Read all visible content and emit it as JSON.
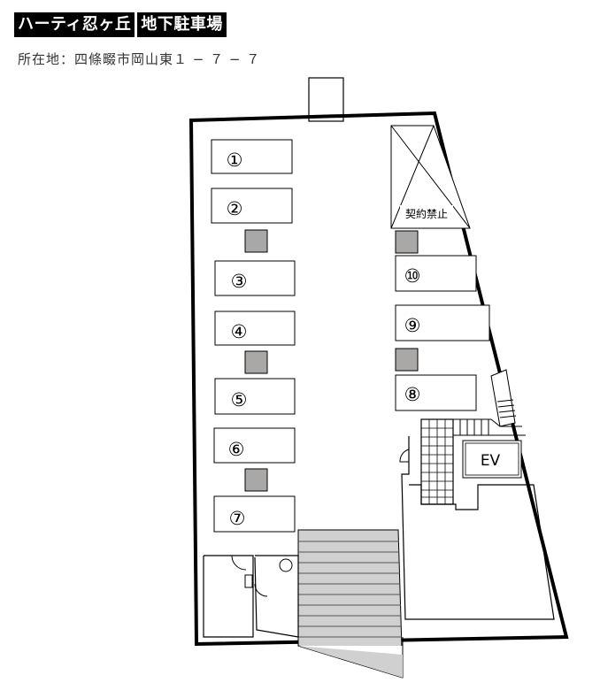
{
  "header": {
    "title_main": "ハーティ忍ヶ丘",
    "title_sub": "地下駐車場",
    "address": "所在地：四條畷市岡山東１ − ７ − ７"
  },
  "slots": [
    {
      "number": "1",
      "label": "①"
    },
    {
      "number": "2",
      "label": "②"
    },
    {
      "number": "3",
      "label": "③"
    },
    {
      "number": "4",
      "label": "④"
    },
    {
      "number": "5",
      "label": "⑤"
    },
    {
      "number": "6",
      "label": "⑥"
    },
    {
      "number": "7",
      "label": "⑦"
    },
    {
      "number": "8",
      "label": "⑧"
    },
    {
      "number": "9",
      "label": "⑨"
    },
    {
      "number": "10",
      "label": "⑩"
    }
  ],
  "labels": {
    "no_contract": "契約禁止",
    "elevator": "EV"
  },
  "colors": {
    "pillar": "#aaa7a7",
    "wall": "#000000",
    "ramp_fill": "#c8c8c8"
  }
}
